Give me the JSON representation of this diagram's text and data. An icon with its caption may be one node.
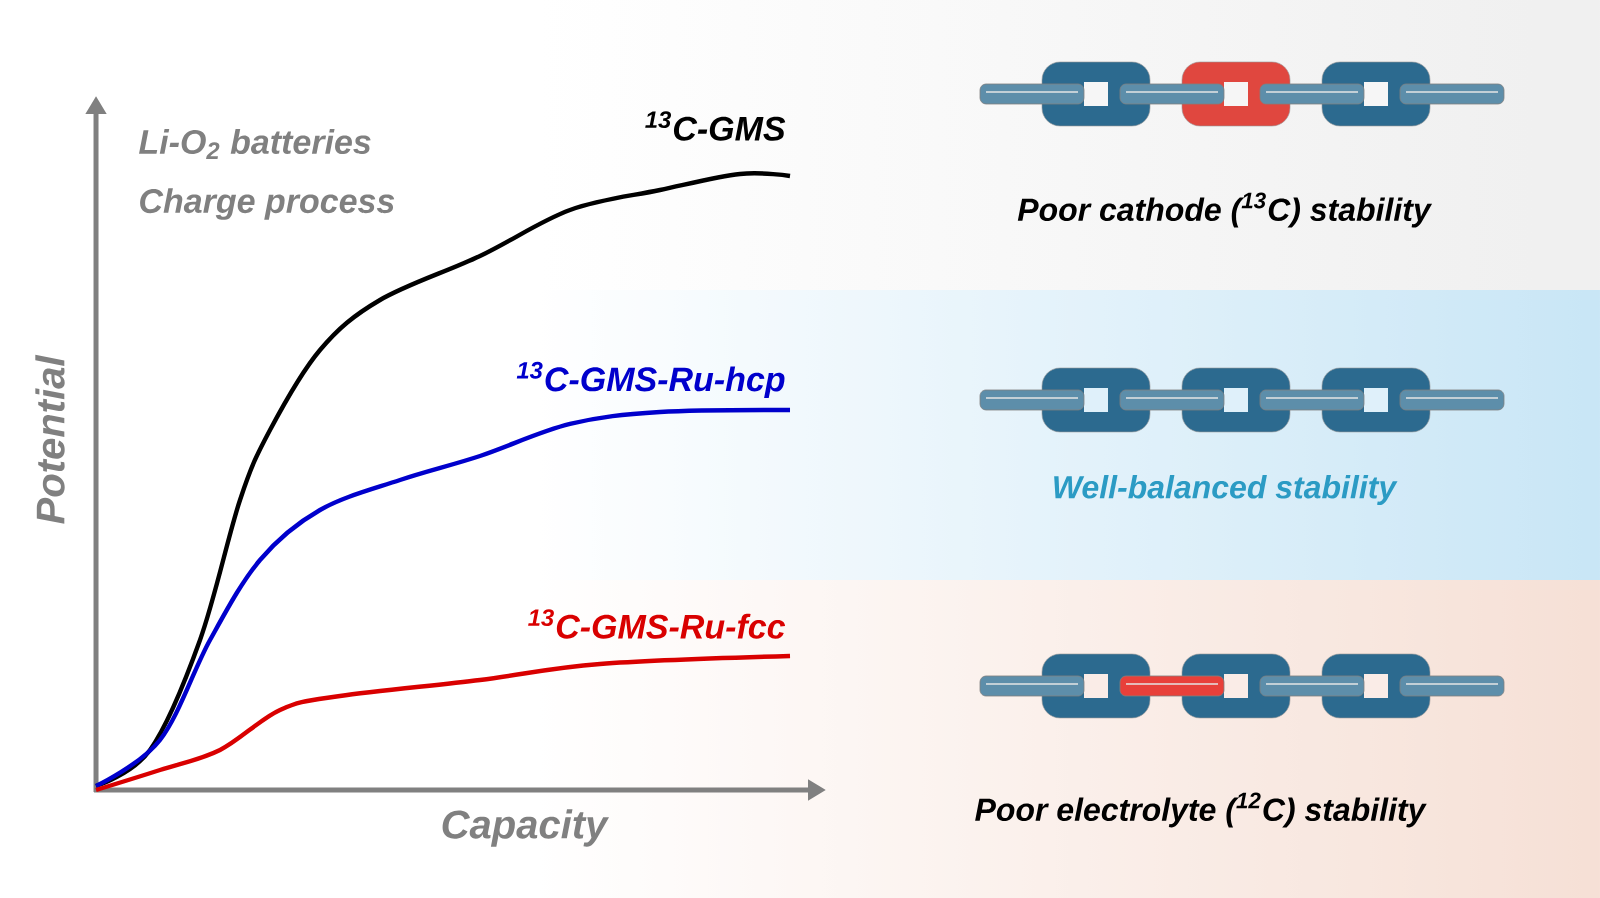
{
  "diagram": {
    "nodes": [
      {
        "text": [
          "Poor cathode ($^{13}$C) stability"
        ]
      },
      {
        "text": [
          "Well-balanced stability"
        ]
      },
      {
        "text": [
          "Poor electrolyte ($^{12}$C) stability"
        ]
      }
    ],
    "labels": [
      "Li-O$_{2}$ batteries",
      "Charge process",
      "$^{13}$C-GMS",
      "$^{13}$C-GMS-Ru-hcp",
      "$^{13}$C-GMS-Ru-fcc",
      "Potential",
      "Capacity"
    ]
  }
}
